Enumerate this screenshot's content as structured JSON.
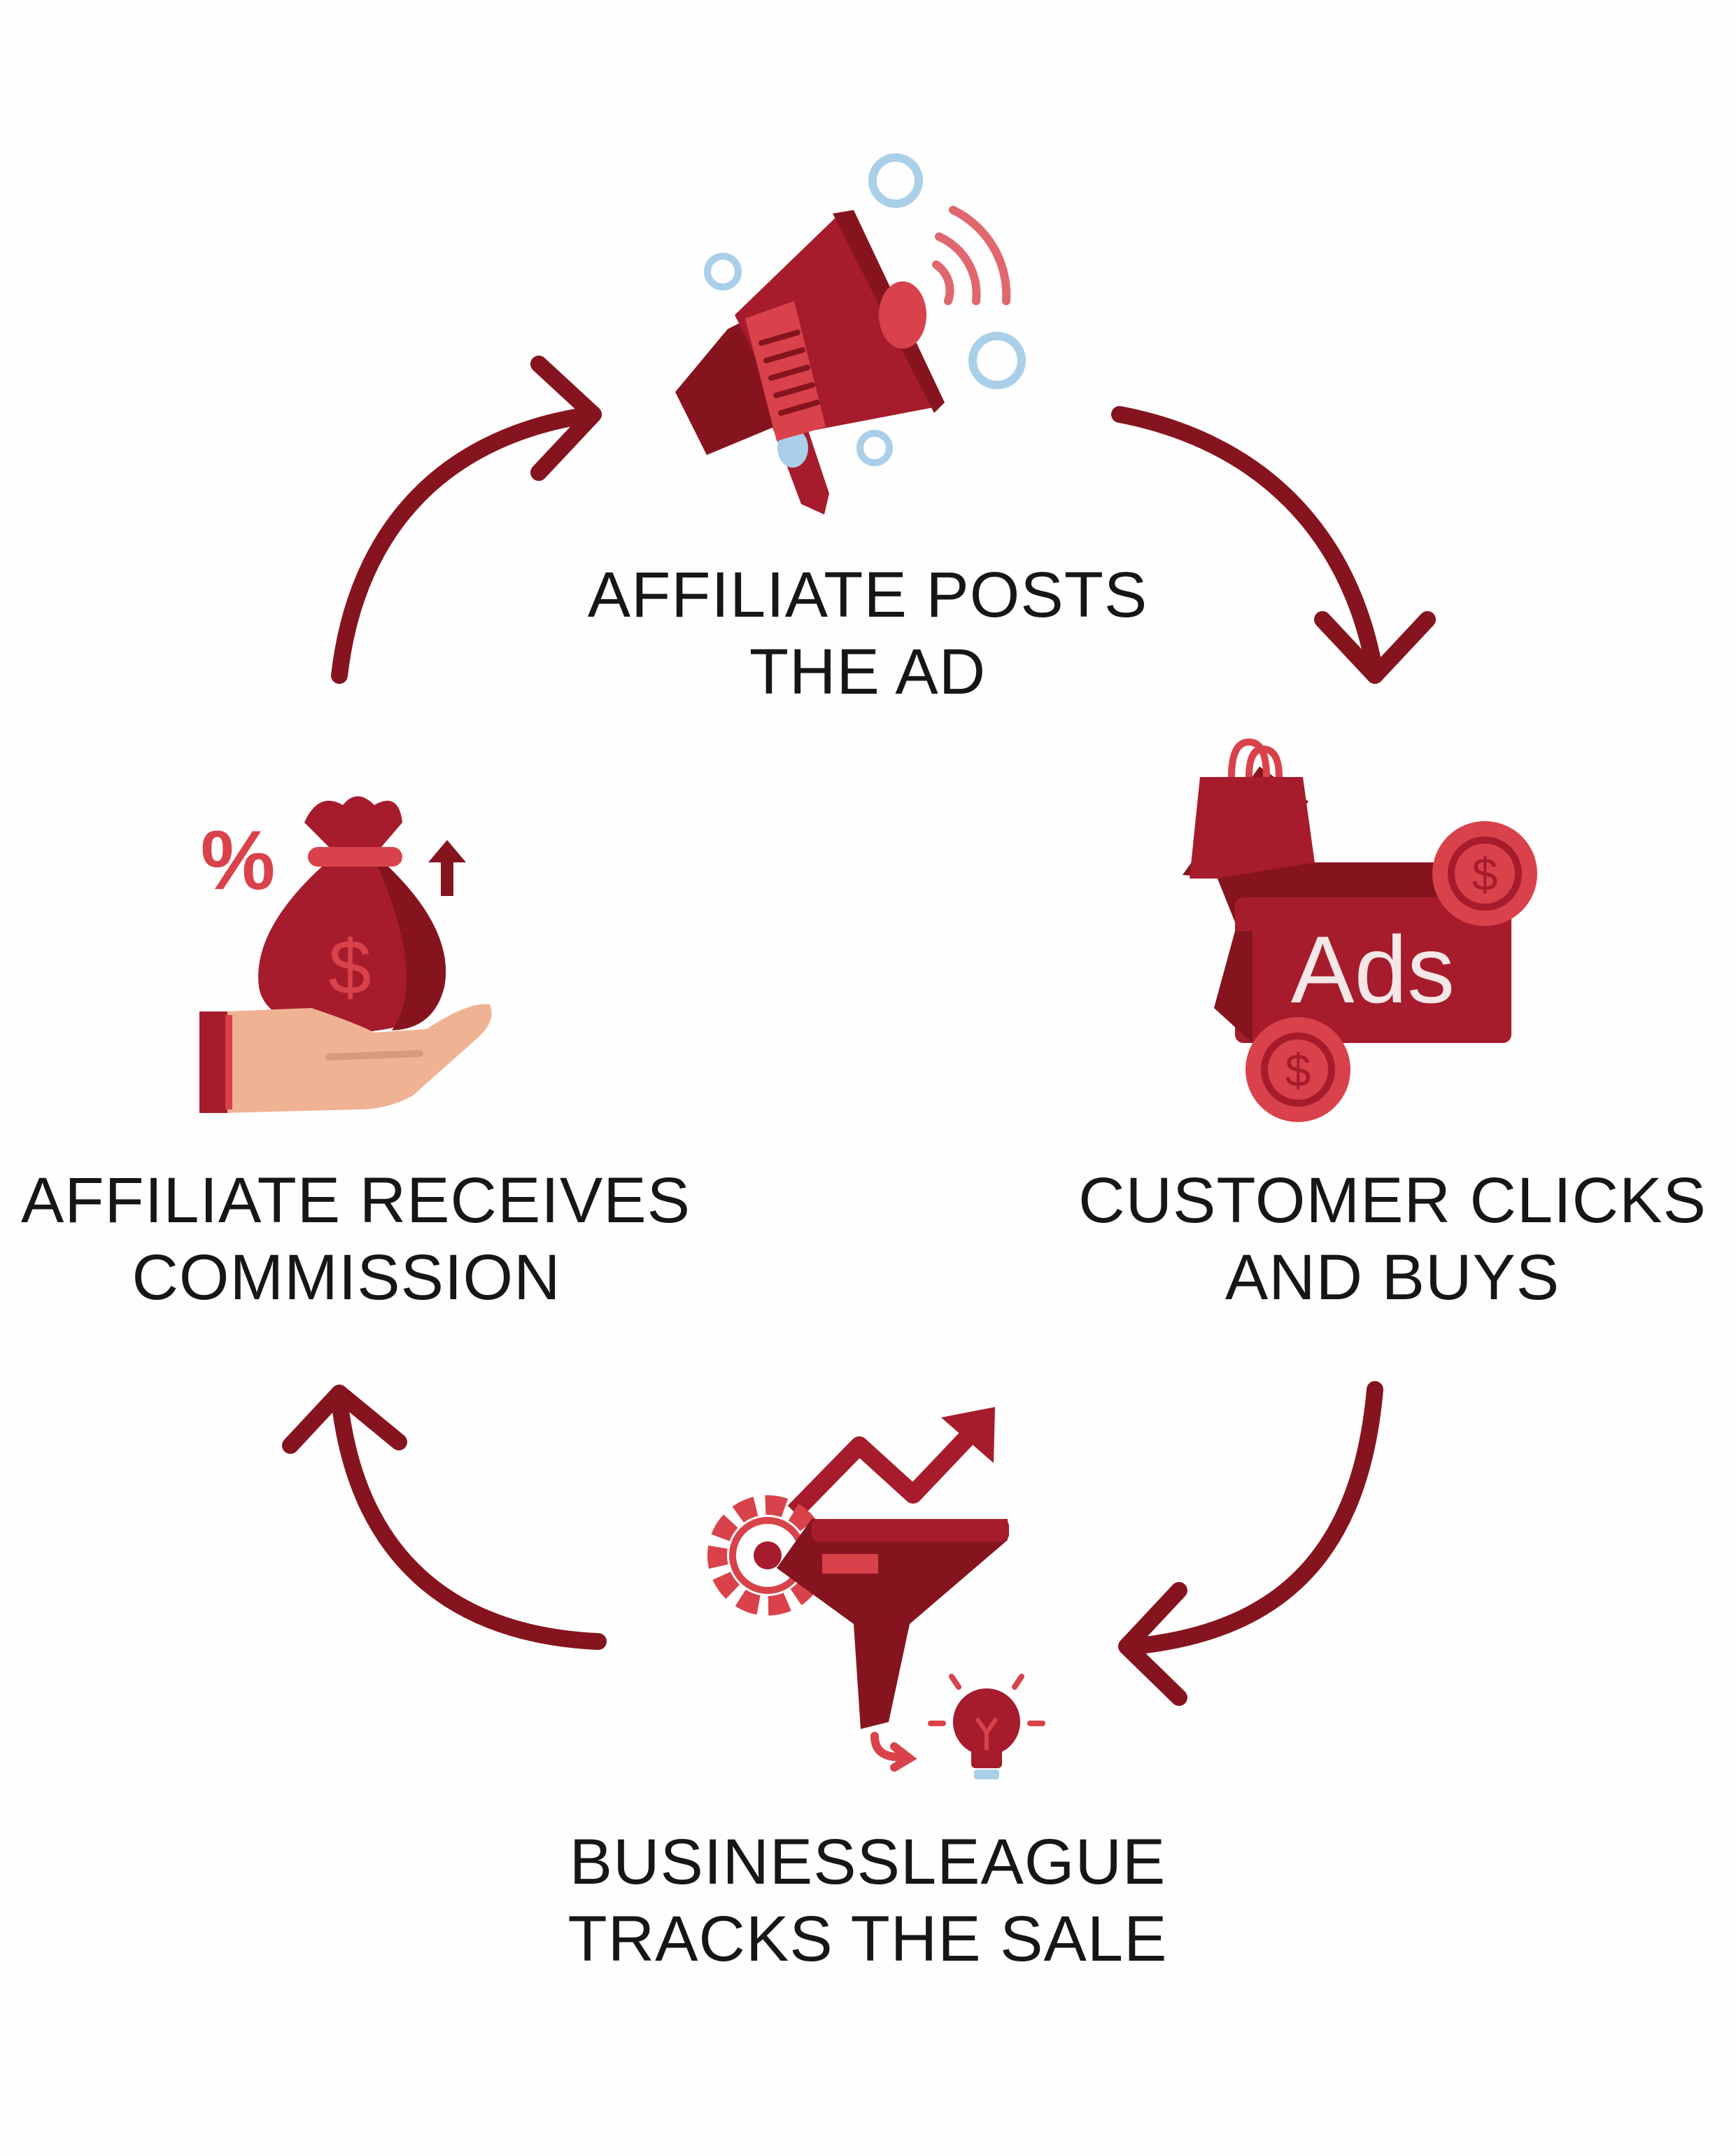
{
  "colors": {
    "dark_red": "#86141f",
    "red": "#a61c2c",
    "light_red": "#d9424a",
    "skin": "#efb394",
    "light_blue": "#a9cfe9",
    "text": "#161616"
  },
  "steps": [
    {
      "id": "post",
      "icon": "megaphone-icon",
      "line1": "AFFILIATE POSTS",
      "line2": "THE AD"
    },
    {
      "id": "buy",
      "icon": "shopping-ads-icon",
      "line1": "CUSTOMER CLICKS",
      "line2": "AND BUYS",
      "icon_text": "Ads"
    },
    {
      "id": "track",
      "icon": "sales-funnel-icon",
      "line1": "BUSINESSLEAGUE",
      "line2": "TRACKS THE SALE"
    },
    {
      "id": "commission",
      "icon": "money-bag-hand-icon",
      "line1": "AFFILIATE RECEIVES",
      "line2": "COMMISSION"
    }
  ],
  "icon_glyphs": {
    "dollar": "$",
    "percent": "%"
  }
}
